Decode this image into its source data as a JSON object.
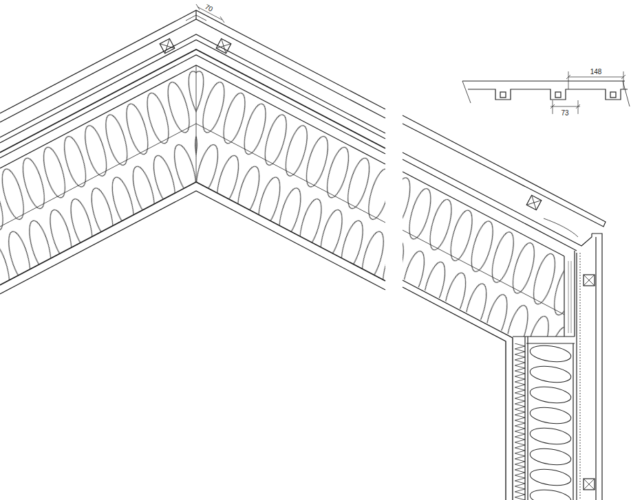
{
  "diagram": {
    "labels": [
      "70",
      "148",
      "73"
    ]
  }
}
